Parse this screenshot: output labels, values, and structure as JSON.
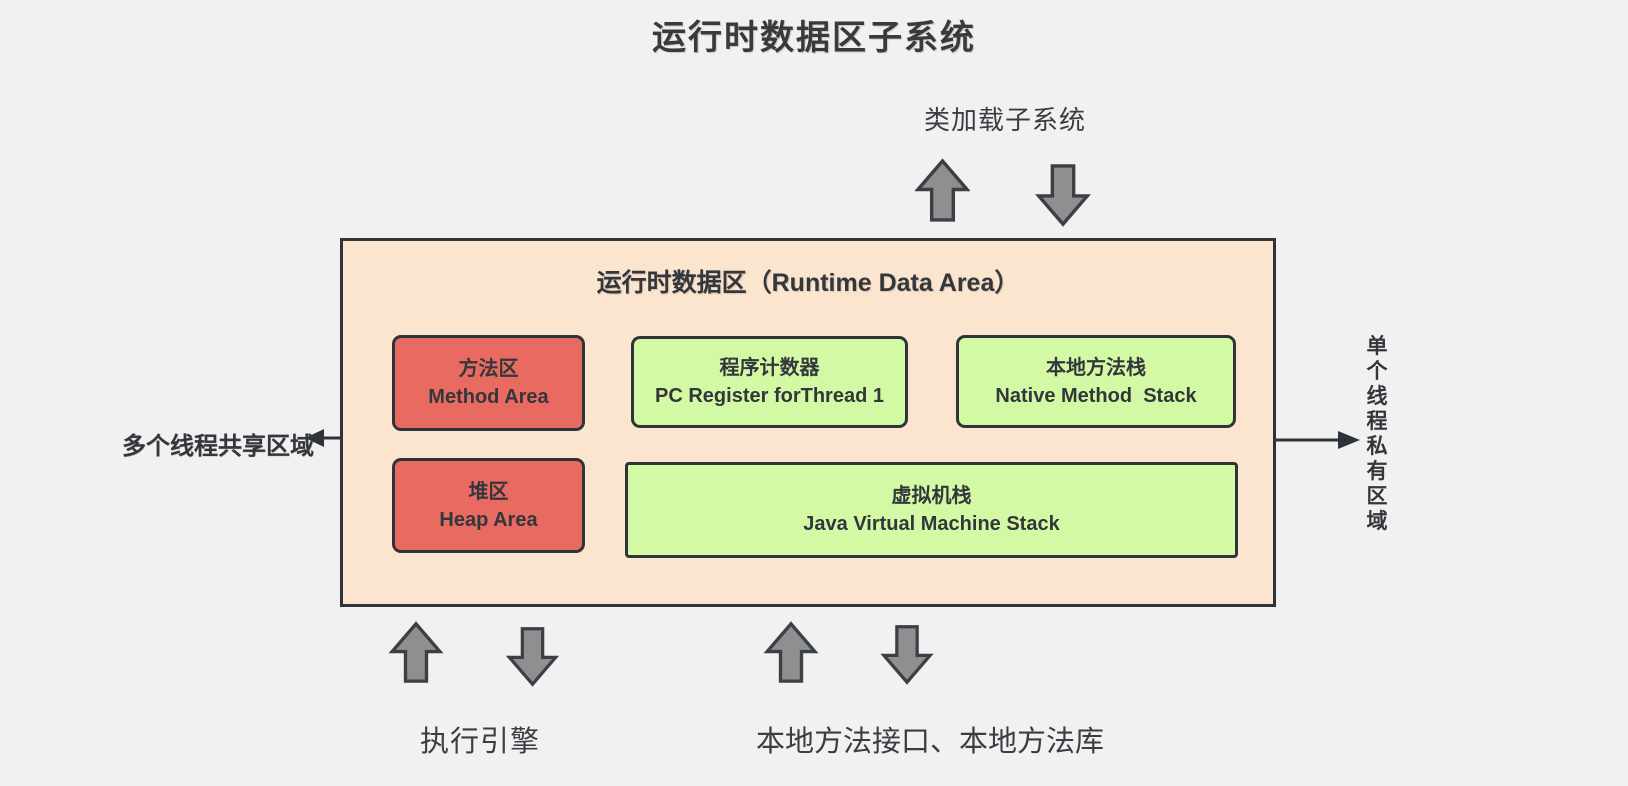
{
  "title": "运行时数据区子系统",
  "class_loader": {
    "label": "类加载子系统"
  },
  "runtime_area": {
    "title": "运行时数据区（Runtime Data Area）",
    "boxes": {
      "method_area": {
        "zh": "方法区",
        "en": "Method Area"
      },
      "heap_area": {
        "zh": "堆区",
        "en": "Heap Area"
      },
      "pc_register": {
        "zh": "程序计数器",
        "en": "PC Register forThread 1"
      },
      "native_method_stack": {
        "zh": "本地方法栈",
        "en": "Native Method  Stack"
      },
      "jvm_stack": {
        "zh": "虚拟机栈",
        "en": "Java Virtual Machine Stack"
      }
    }
  },
  "side_labels": {
    "shared_left": "多个线程共享区域",
    "private_right_vertical": "单个线程私有区域"
  },
  "bottom_labels": {
    "execution_engine": "执行引擎",
    "native_interface": "本地方法接口、本地方法库"
  },
  "icons": {
    "up_arrow": "block-arrow-up",
    "down_arrow": "block-arrow-down"
  },
  "colors": {
    "page_background": "#f1f1f2",
    "container_fill": "#fbe5ce",
    "shared_node_fill": "#e96a60",
    "private_node_fill": "#d4f9a4",
    "border": "#2f343a",
    "arrow_fill": "#8f8f8f",
    "text": "#33373c"
  }
}
